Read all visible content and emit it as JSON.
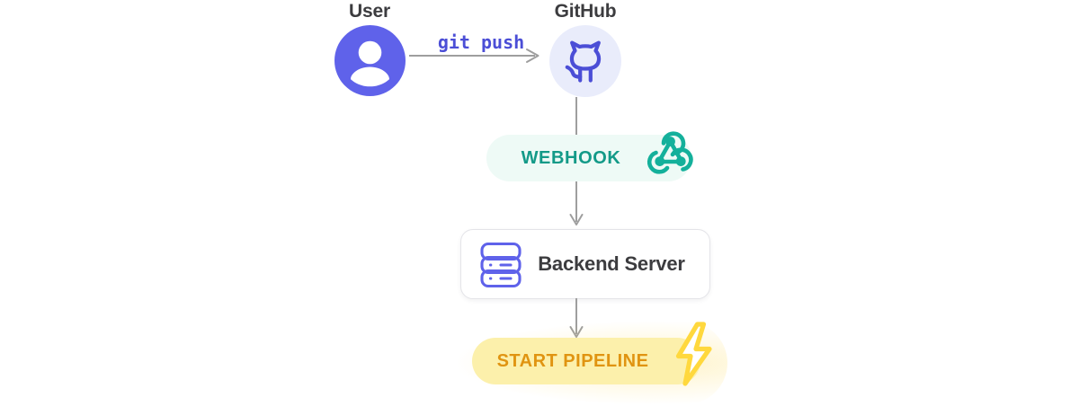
{
  "diagram": {
    "title_user": "User",
    "title_github": "GitHub",
    "edge_git_push": "git push",
    "webhook_label": "WEBHOOK",
    "server_label": "Backend Server",
    "pipeline_label": "START PIPELINE",
    "icons": {
      "user": "user-avatar-icon",
      "github": "github-octocat-icon",
      "webhook": "webhook-icon",
      "server": "server-stack-icon",
      "pipeline": "lightning-bolt-icon"
    },
    "colors": {
      "user_circle": "#5f62ea",
      "github_circle_bg": "#e9ecfb",
      "github_mark": "#4b4ed6",
      "git_push_text": "#4b4ed6",
      "arrow": "#9e9e9e",
      "webhook_pill_bg": "#eefaf6",
      "webhook_text": "#139a88",
      "webhook_icon": "#14b09b",
      "server_border": "#e4e4e8",
      "server_text": "#3c3c3f",
      "pipeline_pill_bg": "#fcf0ab",
      "pipeline_text": "#e09411",
      "pipeline_icon": "#ffd83d",
      "title_text": "#3c3c3f",
      "background": "#ffffff"
    }
  }
}
